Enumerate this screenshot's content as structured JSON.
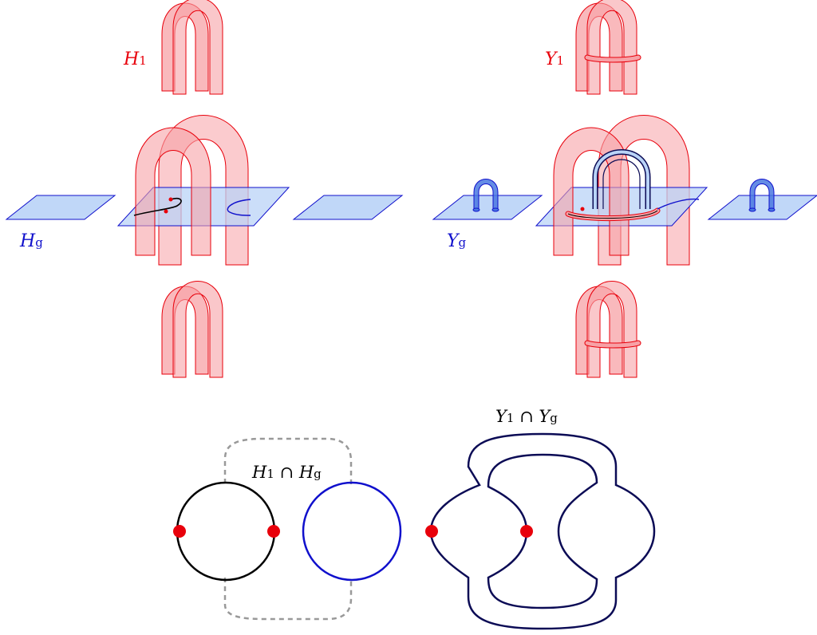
{
  "labels": {
    "h1": {
      "main": "H",
      "sub": "1"
    },
    "hg": {
      "main": "H",
      "sub": "g"
    },
    "y1": {
      "main": "Y",
      "sub": "1"
    },
    "yg": {
      "main": "Y",
      "sub": "g"
    },
    "h_intersection": {
      "a": "H",
      "a_sub": "1",
      "op": " ∩ ",
      "b": "H",
      "b_sub": "g"
    },
    "y_intersection": {
      "a": "Y",
      "a_sub": "1",
      "op": " ∩ ",
      "b": "Y",
      "b_sub": "g"
    }
  },
  "colors": {
    "red": "#e8000b",
    "red_fill": "#f7a1a6",
    "blue": "#1010cc",
    "blue_fill": "#b9d3f7",
    "black": "#000000",
    "gray": "#999999",
    "dark_navy": "#0b0b55"
  }
}
